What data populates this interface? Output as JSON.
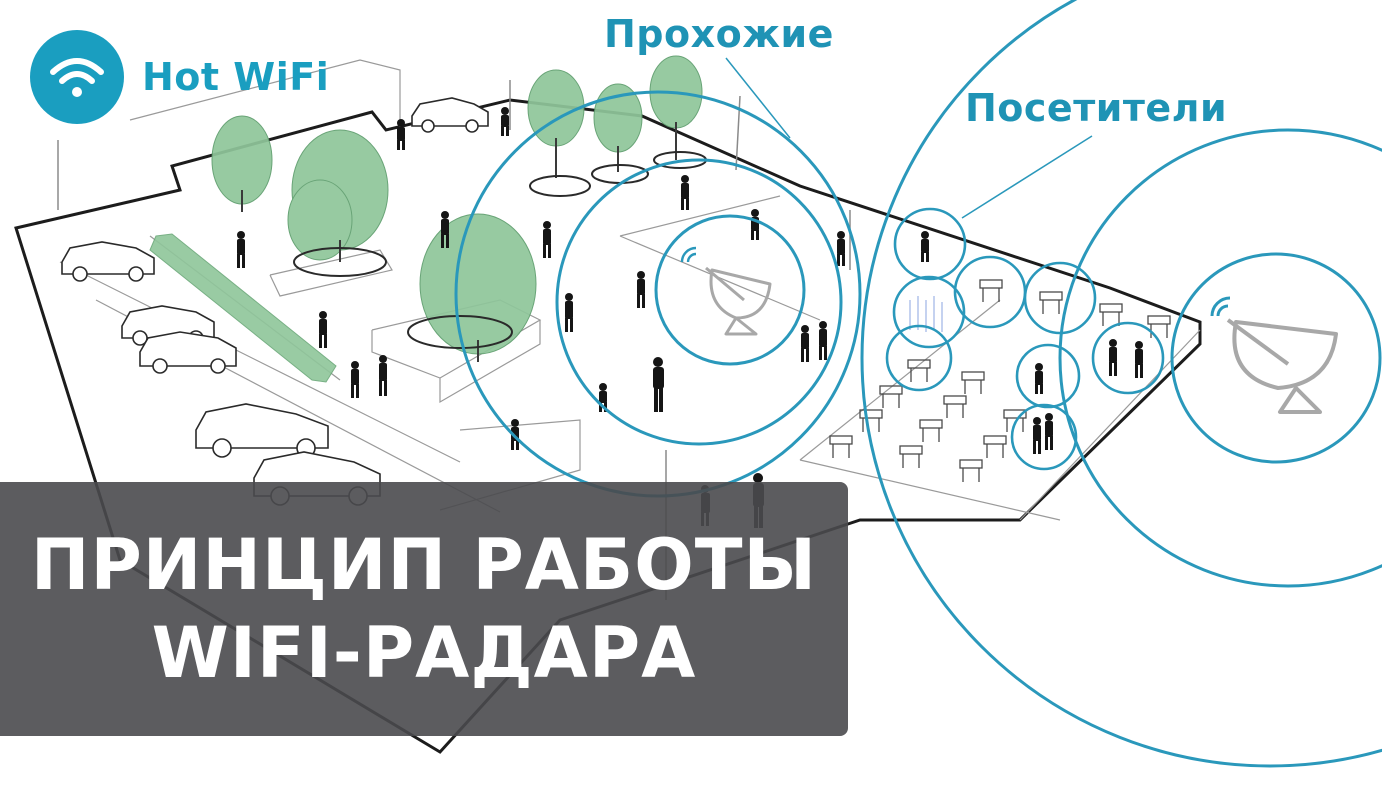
{
  "brand": {
    "name": "Hot WiFi",
    "accent_color": "#1a9ec0",
    "logo_icon": "wifi-icon"
  },
  "callouts": {
    "passers_by": "Прохожие",
    "visitors": "Посетители"
  },
  "title": {
    "line1": "ПРИНЦИП РАБОТЫ",
    "line2": "WIFI-РАДАРА"
  },
  "colors": {
    "radar_ring": "#2a98bb",
    "callout_text": "#1f93b5",
    "banner_background": "#4a4a4e",
    "tree_green": "#8fc69a",
    "radar_dish": "#a8a8a8"
  },
  "icons": {
    "radar": "satellite-dish-icon",
    "person": "person-silhouette-icon",
    "car": "car-icon",
    "tree": "tree-icon",
    "cafe_table": "cafe-table-icon"
  }
}
